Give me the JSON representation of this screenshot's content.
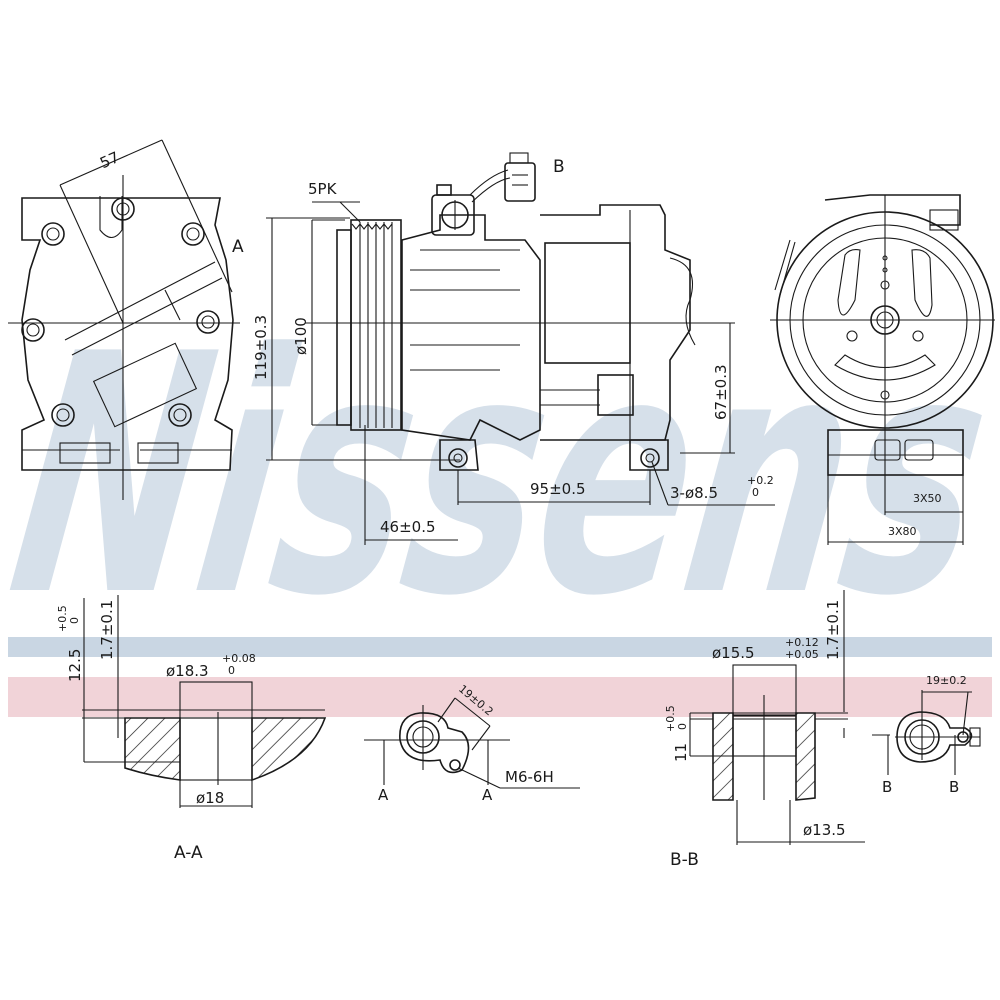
{
  "watermark": {
    "brand": "Nissens",
    "stripe_blue": "#c9d6e3",
    "stripe_red": "#f1d3d8"
  },
  "front_view": {
    "dim_angle": "57",
    "section_marker": "A"
  },
  "side_view": {
    "pulley_label": "5PK",
    "connector_marker": "B",
    "height_dim": "119±0.3",
    "pulley_dia": "ø100",
    "axis_height_dim": "67±0.3",
    "hole_spacing_dim": "95±0.5",
    "pulley_offset_dim": "46±0.5",
    "mount_holes": "3-ø8.5",
    "mount_holes_tol_upper": "+0.2",
    "mount_holes_tol_lower": "0"
  },
  "rear_view": {
    "dim_inner": "3X50",
    "dim_outer": "3X80"
  },
  "section_aa": {
    "title": "A-A",
    "depth_dim": "12.5",
    "depth_tol_upper": "+0.5",
    "depth_tol_lower": "0",
    "lip_dim": "1.7±0.1",
    "bore_dia": "ø18.3",
    "bore_tol_upper": "+0.08",
    "bore_tol_lower": "0",
    "inner_dia": "ø18"
  },
  "port_a": {
    "offset_dim": "19±0.2",
    "thread": "M6-6H",
    "cut_left": "A",
    "cut_right": "A"
  },
  "section_bb": {
    "title": "B-B",
    "bore_dia": "ø15.5",
    "bore_tol_upper": "+0.12",
    "bore_tol_lower": "+0.05",
    "lip_dim": "1.7±0.1",
    "depth_dim": "11",
    "depth_tol_upper": "+0.5",
    "depth_tol_lower": "0",
    "inner_dia": "ø13.5"
  },
  "port_b": {
    "offset_dim": "19±0.2",
    "cut_left": "B",
    "cut_right": "B"
  }
}
